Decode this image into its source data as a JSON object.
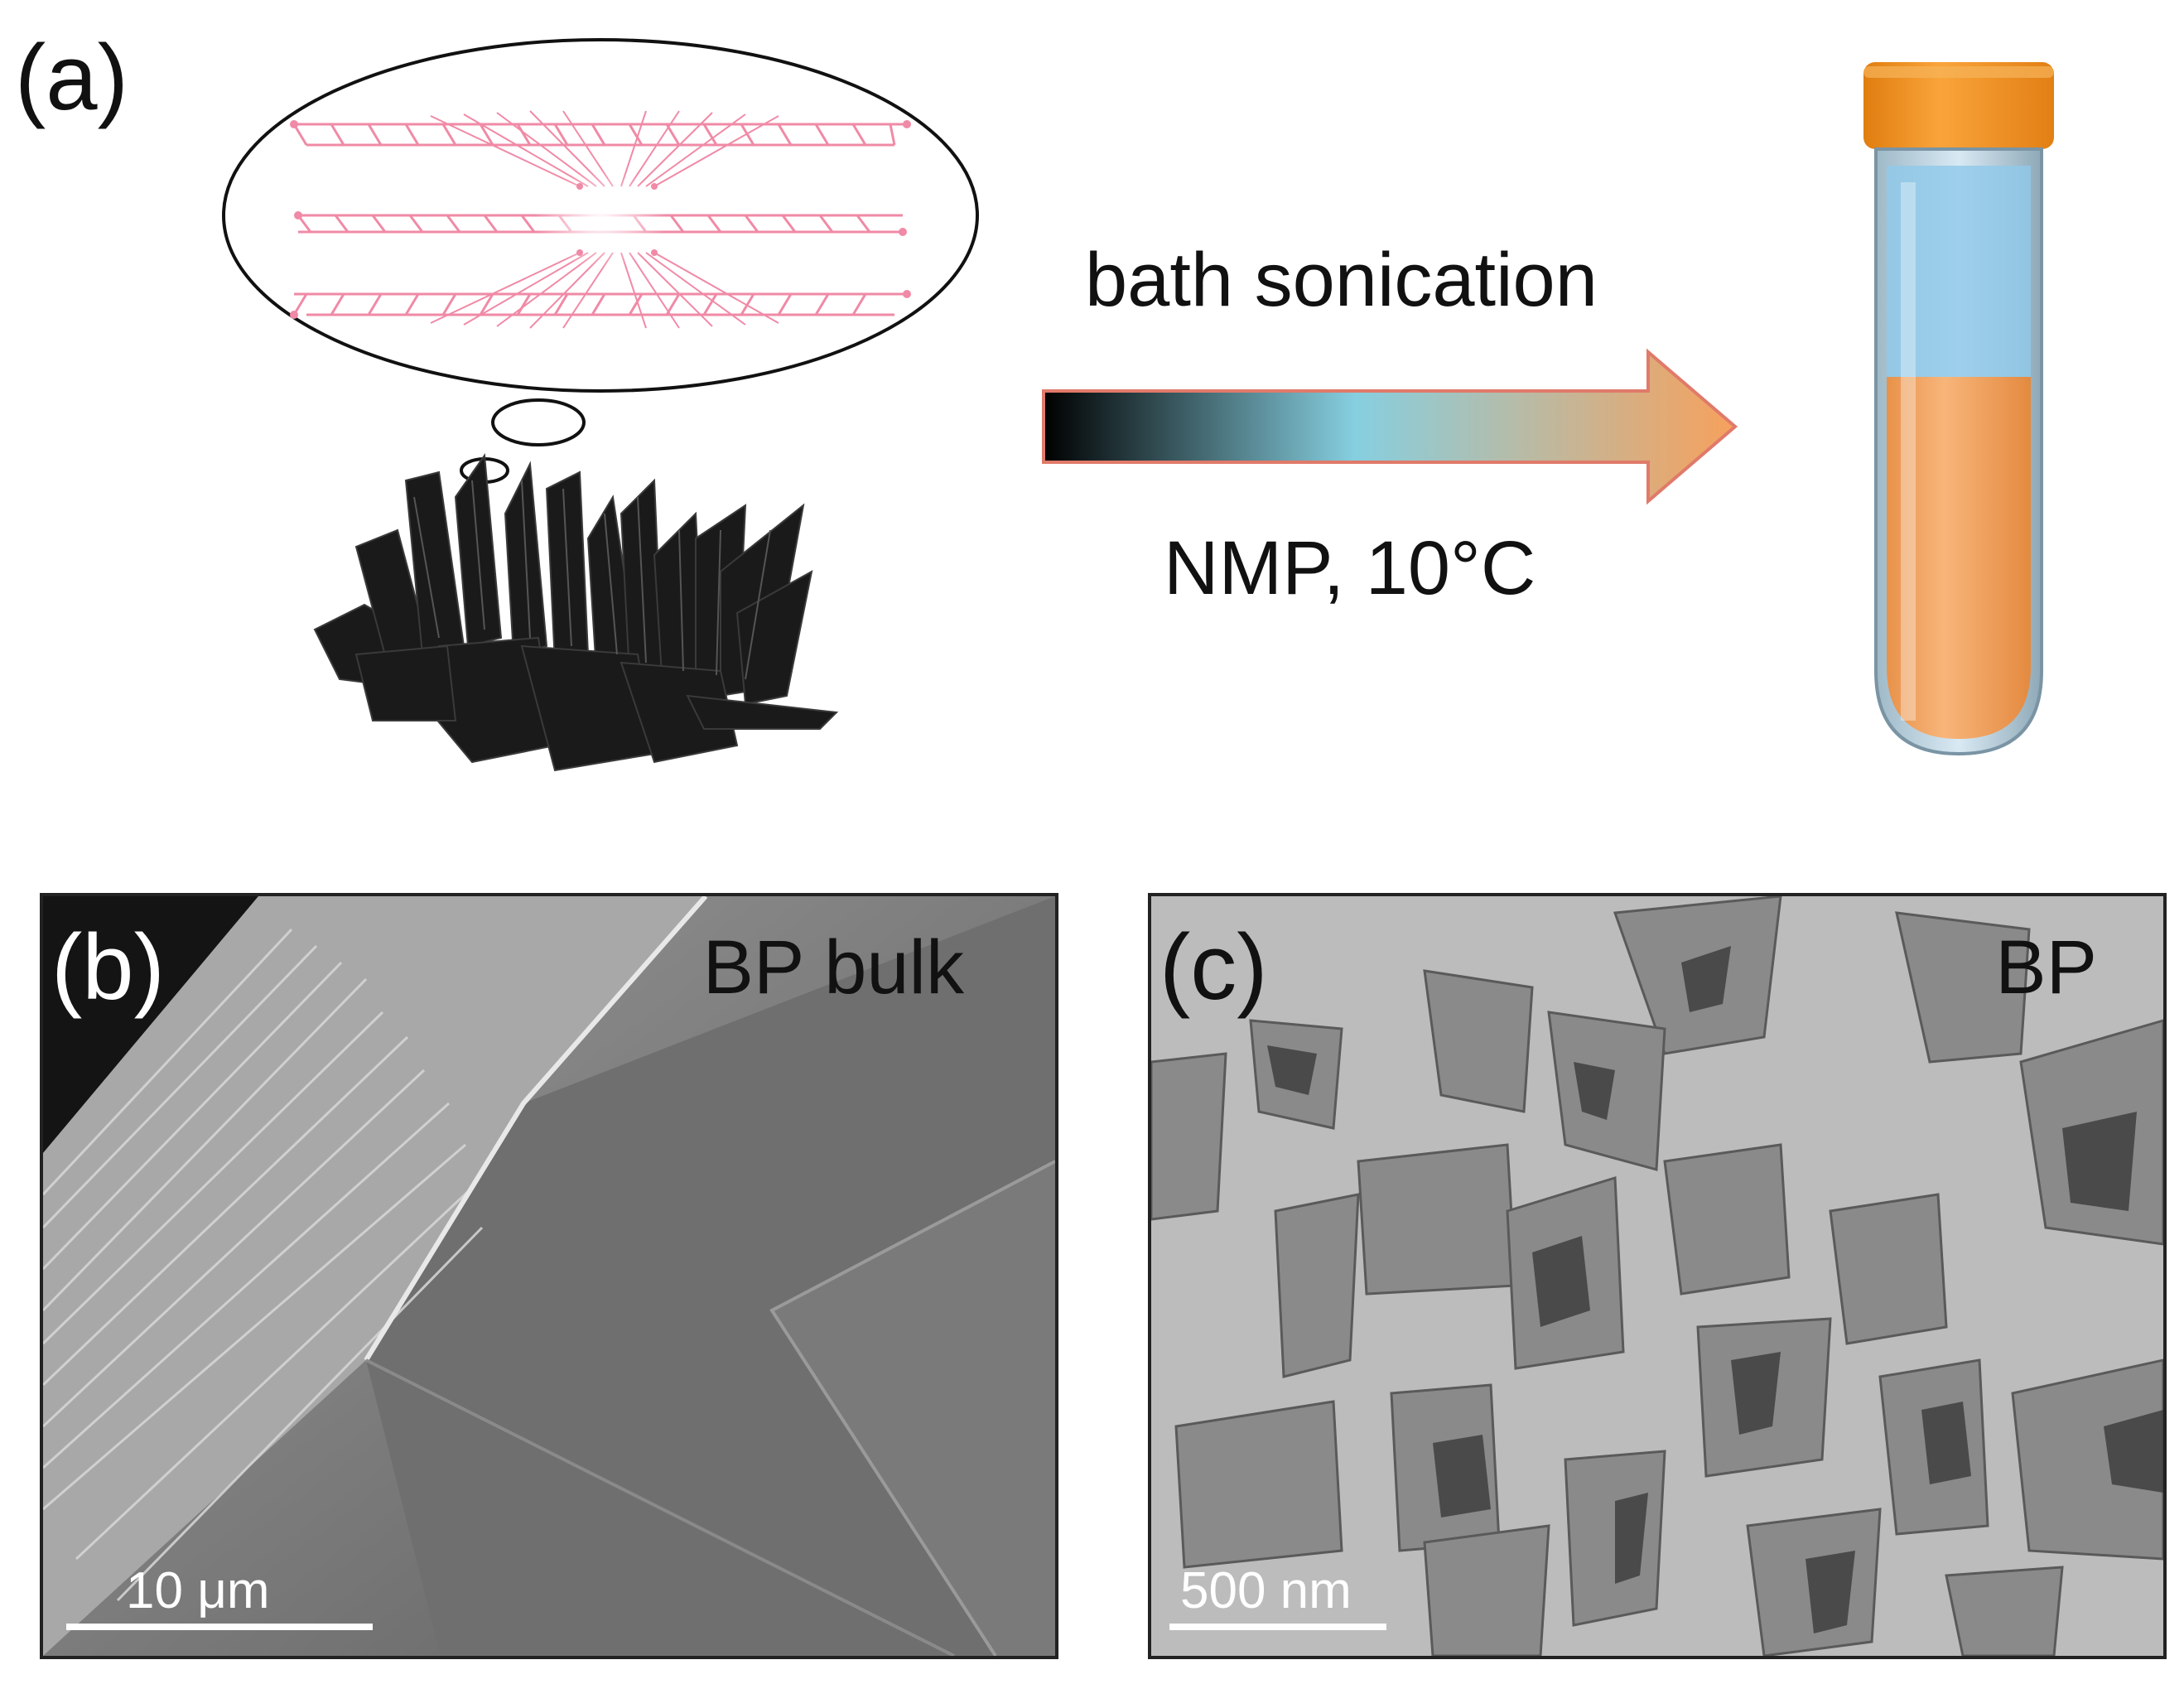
{
  "panel_a": {
    "label": "(a)",
    "arrow_top_text": "bath sonication",
    "arrow_bottom_text": "NMP, 10°C"
  },
  "panel_b": {
    "label": "(b)",
    "sample_label": "BP bulk",
    "scalebar_label": "10 μm"
  },
  "panel_c": {
    "label": "(c)",
    "sample_label": "BP",
    "scalebar_label": "500 nm"
  },
  "colors": {
    "atoms": "#f08aa6",
    "vial_cap": "#f39220",
    "vial_liquid": "#f5a764",
    "arrow_gradient": [
      "#000000",
      "#86cfe0",
      "#f7a15c"
    ]
  }
}
